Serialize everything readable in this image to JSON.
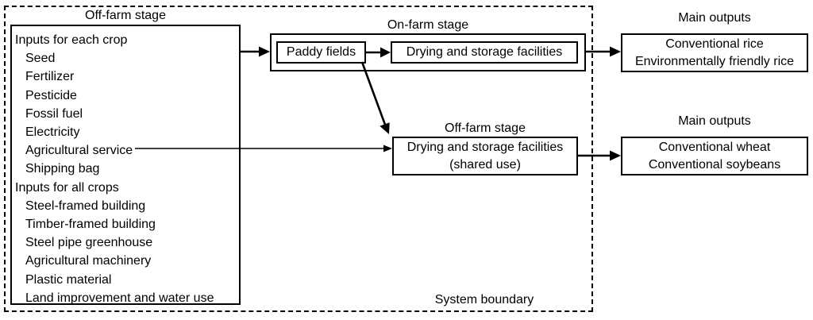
{
  "colors": {
    "ink": "#000000",
    "background": "#ffffff"
  },
  "boundary": {
    "label": "System boundary"
  },
  "inputs_panel": {
    "stage_label": "Off-farm stage",
    "groups": [
      {
        "header": "Inputs for each crop",
        "items": [
          "Seed",
          "Fertilizer",
          "Pesticide",
          "Fossil fuel",
          "Electricity",
          "Agricultural service",
          "Shipping bag"
        ]
      },
      {
        "header": "Inputs for all crops",
        "items": [
          "Steel-framed building",
          "Timber-framed building",
          "Steel pipe greenhouse",
          "Agricultural machinery",
          "Plastic material",
          "Land improvement and water use"
        ]
      }
    ]
  },
  "on_farm": {
    "stage_label": "On-farm stage",
    "paddy_label": "Paddy fields",
    "drying_label": "Drying and storage facilities"
  },
  "off_farm_shared": {
    "stage_label": "Off-farm stage",
    "line1": "Drying and storage facilities",
    "line2": "(shared use)"
  },
  "outputs_rice": {
    "heading": "Main outputs",
    "line1": "Conventional rice",
    "line2": "Environmentally friendly rice"
  },
  "outputs_field_crops": {
    "heading": "Main outputs",
    "line1": "Conventional wheat",
    "line2": "Conventional soybeans"
  }
}
